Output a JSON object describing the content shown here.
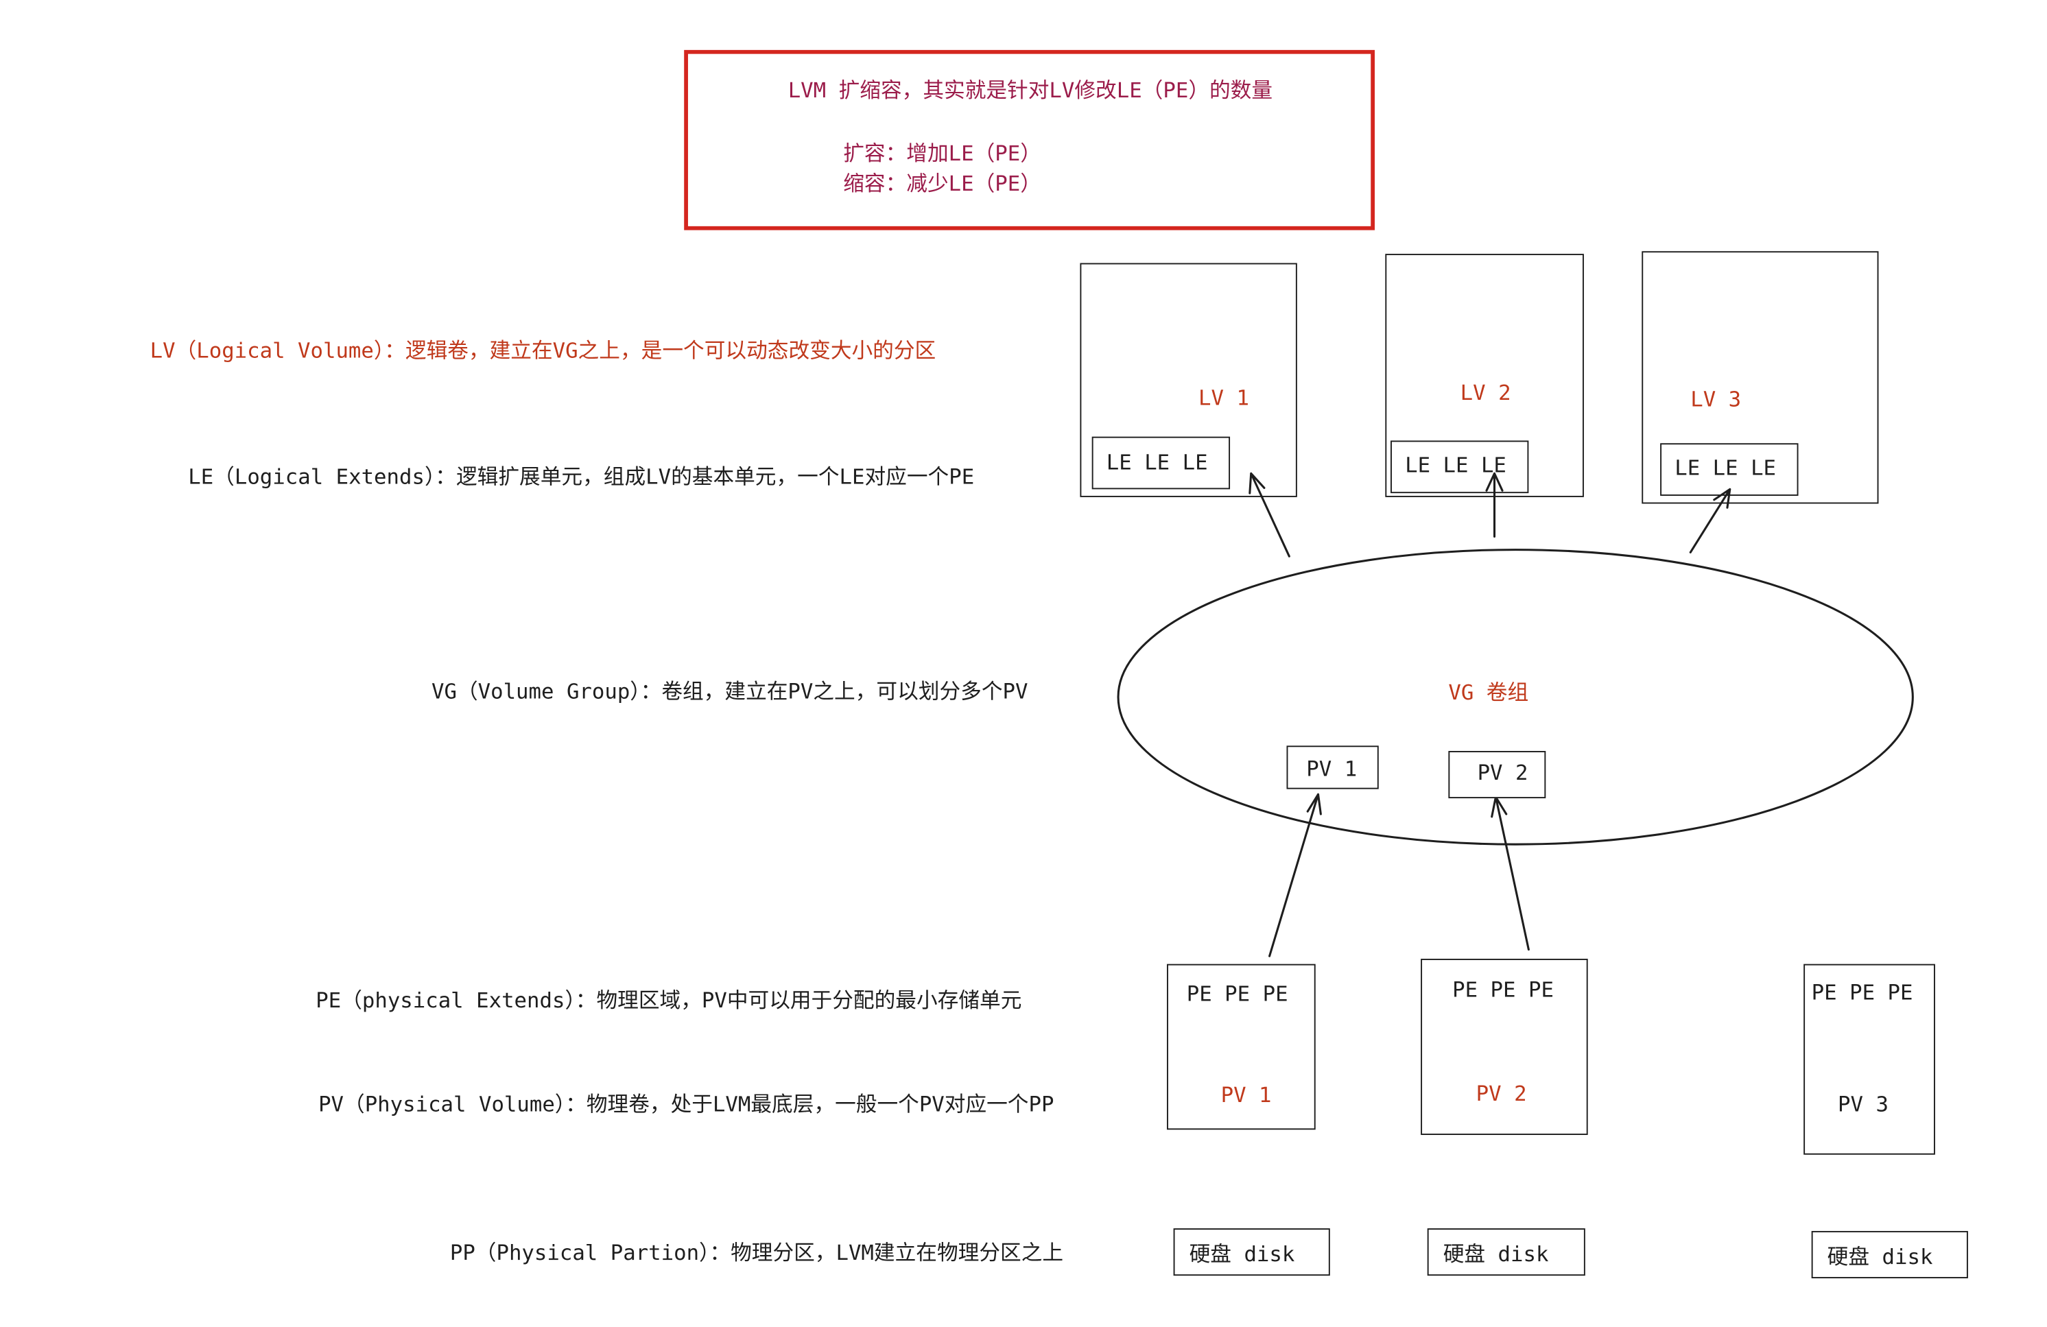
{
  "note": {
    "title": "LVM 扩缩容，其实就是针对LV修改LE（PE）的数量",
    "expand": "扩容：增加LE（PE）",
    "shrink": "缩容：减少LE（PE）",
    "border_color": "#d4261f",
    "text_color": "#9b1c4a"
  },
  "definitions": {
    "lv": "LV（Logical Volume）：逻辑卷，建立在VG之上，是一个可以动态改变大小的分区",
    "le": "LE（Logical Extends）：逻辑扩展单元，组成LV的基本单元，一个LE对应一个PE",
    "vg": "VG（Volume Group）：卷组，建立在PV之上，可以划分多个PV",
    "pe": "PE（physical Extends）：物理区域，PV中可以用于分配的最小存储单元",
    "pv": "PV（Physical Volume）：物理卷，处于LVM最底层，一般一个PV对应一个PP",
    "pp": "PP（Physical Partion）：物理分区，LVM建立在物理分区之上"
  },
  "logical_volumes": [
    {
      "label": "LV 1",
      "extents": "LE LE LE"
    },
    {
      "label": "LV 2",
      "extents": "LE LE LE"
    },
    {
      "label": "LV 3",
      "extents": "LE LE LE"
    }
  ],
  "volume_group": {
    "label": "VG 卷组",
    "members": [
      "PV 1",
      "PV 2"
    ]
  },
  "physical_volumes": [
    {
      "label": "PV 1",
      "extents": "PE PE PE",
      "disk": "硬盘 disk"
    },
    {
      "label": "PV 2",
      "extents": "PE PE PE",
      "disk": "硬盘 disk"
    },
    {
      "label": "PV 3",
      "extents": "PE PE PE",
      "disk": "硬盘 disk"
    }
  ],
  "colors": {
    "accent": "#c0391b",
    "stroke": "#1e1e1e"
  }
}
